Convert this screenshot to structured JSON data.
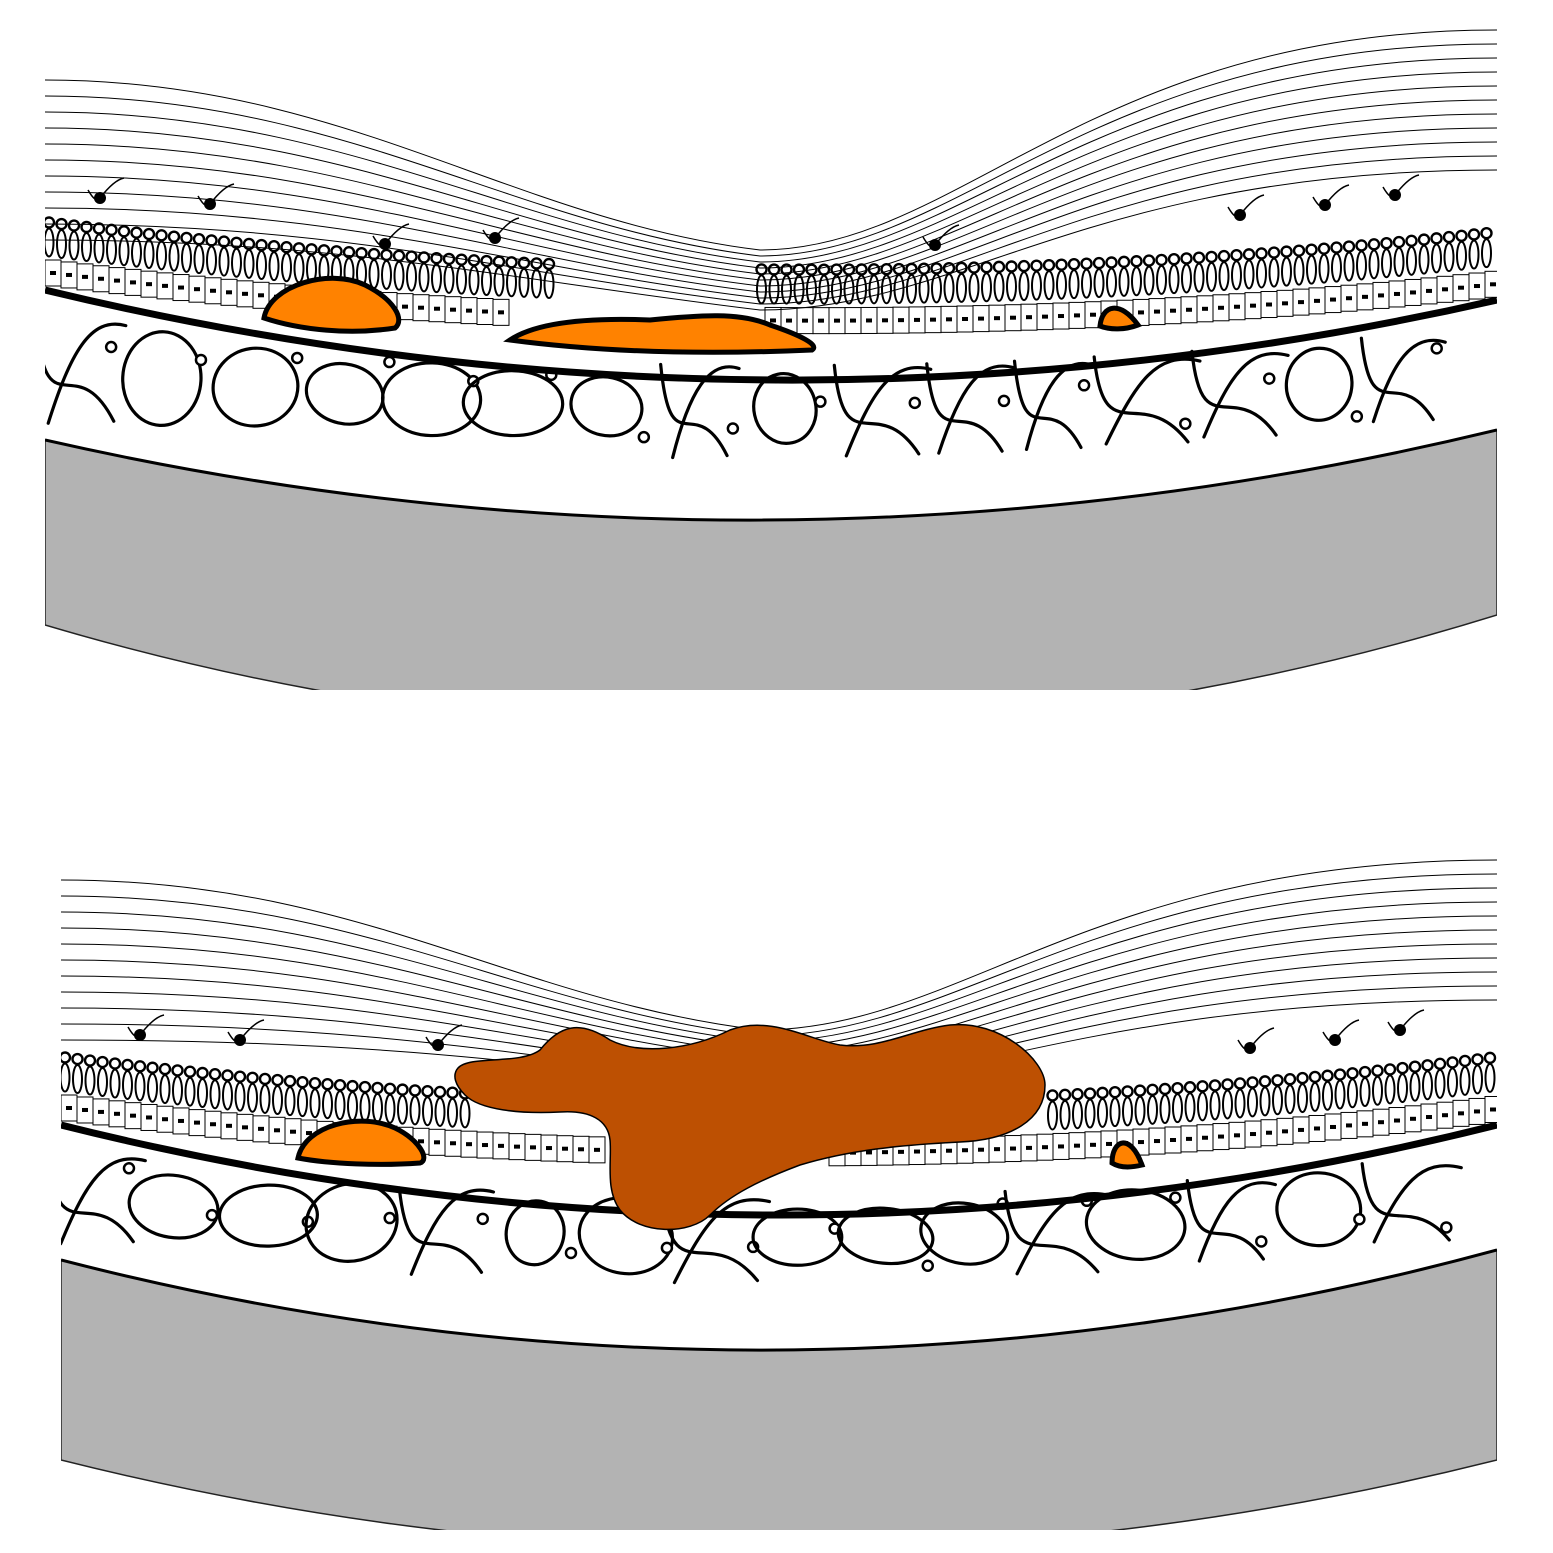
{
  "panels": [
    {
      "id": "top",
      "lesions": [
        {
          "kind": "drusen",
          "label": "",
          "color": "#ff8200"
        },
        {
          "kind": "drusen",
          "label": "",
          "color": "#ff8200"
        },
        {
          "kind": "drusen",
          "label": "",
          "color": "#ff8200"
        }
      ]
    },
    {
      "id": "bottom",
      "lesions": [
        {
          "kind": "drusen",
          "label": "",
          "color": "#ff8200"
        },
        {
          "kind": "drusen",
          "label": "",
          "color": "#ff8200"
        },
        {
          "kind": "large-lesion",
          "label": "",
          "color": "#bd5002"
        }
      ]
    }
  ],
  "colors": {
    "sclera": "#b3b3b3",
    "drusen": "#ff8200",
    "large_lesion": "#bd5002",
    "line": "#000000",
    "background": "#ffffff"
  }
}
